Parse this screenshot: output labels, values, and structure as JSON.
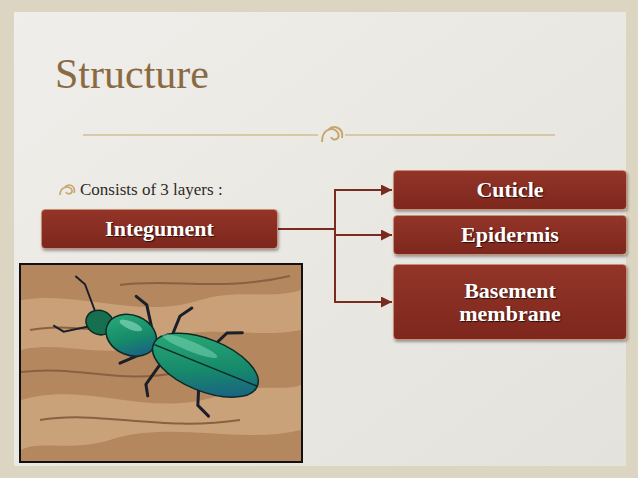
{
  "diagram": {
    "title": "Structure",
    "nodes": [
      {
        "text": [
          "Integument"
        ]
      },
      {
        "text": [
          "Cuticle"
        ]
      },
      {
        "text": [
          "Epidermis"
        ]
      },
      {
        "text": [
          "Basement membrane"
        ]
      }
    ],
    "edges": [
      {
        "from": 0,
        "to": 1,
        "arrow": "to"
      },
      {
        "from": 0,
        "to": 2,
        "arrow": "to"
      },
      {
        "from": 0,
        "to": 3,
        "arrow": "to"
      }
    ],
    "labels": [
      "Consists of 3 layers :"
    ]
  }
}
